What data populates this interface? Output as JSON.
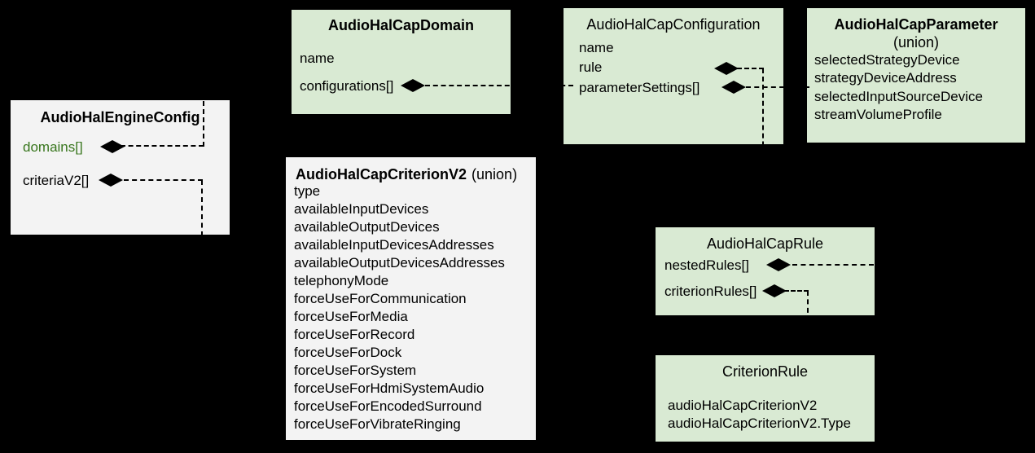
{
  "diagram": {
    "background": "#000000",
    "connector_color": "#000000",
    "box_colors": {
      "green": "#d9ead3",
      "gray": "#f3f3f3"
    },
    "accent_text_color": "#38761d"
  },
  "boxes": {
    "engine": {
      "title": "AudioHalEngineConfig",
      "fields": [
        "domains[]",
        "criteriaV2[]"
      ]
    },
    "domain": {
      "title": "AudioHalCapDomain",
      "fields": [
        "name",
        "configurations[]"
      ]
    },
    "configuration": {
      "title": "AudioHalCapConfiguration",
      "fields": [
        "name",
        "rule",
        "parameterSettings[]"
      ]
    },
    "parameter": {
      "title": "AudioHalCapParameter",
      "subtitle": "(union)",
      "fields": [
        "selectedStrategyDevice",
        "strategyDeviceAddress",
        "selectedInputSourceDevice",
        "streamVolumeProfile"
      ]
    },
    "criterionV2": {
      "title": "AudioHalCapCriterionV2",
      "title_suffix": "(union)",
      "fields": [
        "type",
        "availableInputDevices",
        "availableOutputDevices",
        "availableInputDevicesAddresses",
        "availableOutputDevicesAddresses",
        "telephonyMode",
        "forceUseForCommunication",
        "forceUseForMedia",
        "forceUseForRecord",
        "forceUseForDock",
        "forceUseForSystem",
        "forceUseForHdmiSystemAudio",
        "forceUseForEncodedSurround",
        "forceUseForVibrateRinging"
      ]
    },
    "rule": {
      "title": "AudioHalCapRule",
      "fields": [
        "nestedRules[]",
        "criterionRules[]"
      ]
    },
    "criterionRule": {
      "title": "CriterionRule",
      "fields": [
        "audioHalCapCriterionV2",
        "audioHalCapCriterionV2.Type"
      ]
    }
  }
}
